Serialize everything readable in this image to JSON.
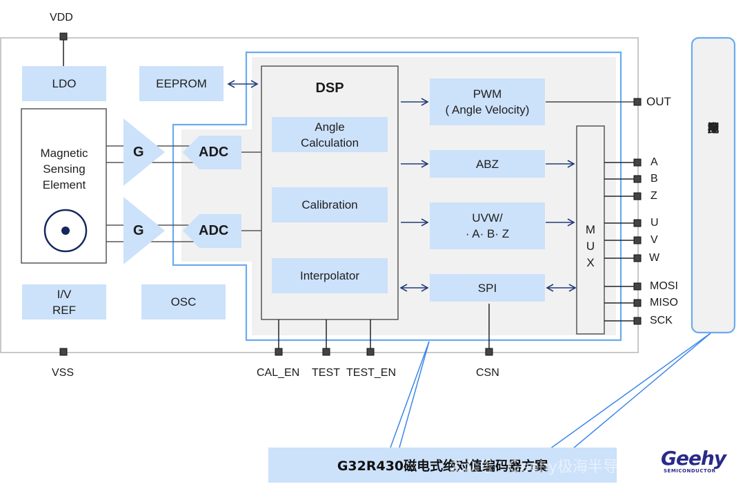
{
  "title": "G32R430磁电式绝对值编码器方案",
  "power_pins": {
    "vdd": "VDD",
    "vss": "VSS"
  },
  "blocks": {
    "ldo": "LDO",
    "eeprom": "EEPROM",
    "magnetic_sensing": "Magnetic\nSensing\nElement",
    "gain_1": "G",
    "gain_2": "G",
    "adc_1": "ADC",
    "adc_2": "ADC",
    "iv_ref": "I/V\nREF",
    "osc": "OSC",
    "dsp": "DSP",
    "angle_calc": "Angle\nCalculation",
    "calibration": "Calibration",
    "interpolator": "Interpolator",
    "pwm": "PWM\n( Angle Velocity)",
    "abz": "ABZ",
    "uvw": "UVW/\n· A· B· Z",
    "spi": "SPI",
    "mux": "M\nU\nX"
  },
  "output_pins": [
    "OUT",
    "A",
    "B",
    "Z",
    "U",
    "V",
    "W",
    "MOSI",
    "MISO",
    "SCK"
  ],
  "bottom_pins": [
    "CAL_EN",
    "TEST",
    "TEST_EN",
    "CSN"
  ],
  "side_panel": {
    "text": [
      "多",
      "圈",
      "应",
      "用",
      "电",
      "池",
      "检",
      "测"
    ]
  },
  "watermark": "公众号 · Geehy极海半导体",
  "logo": {
    "brand": "Geehy",
    "sub": "SEMICONDUCTOR"
  },
  "colors": {
    "block_fill": "#cce1fa",
    "highlight_border": "#6aaaf0",
    "arrow": "#1f3c78",
    "chip_border": "#c8c8c8",
    "inner_fill": "#f1f1f1",
    "pin": "#333333"
  }
}
